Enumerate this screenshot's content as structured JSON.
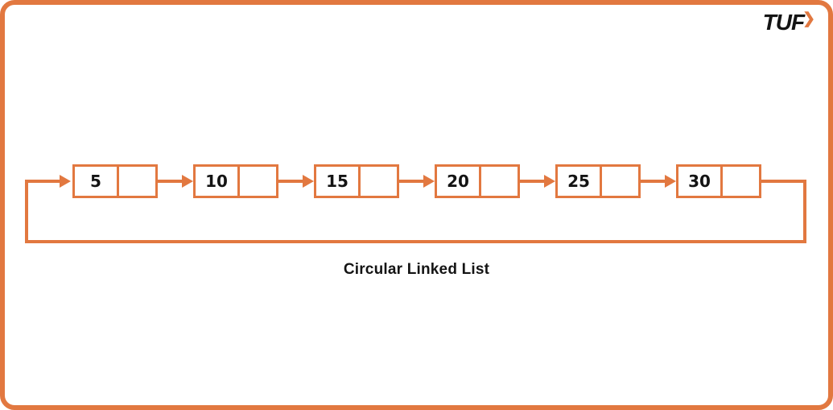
{
  "brand": {
    "logo_text": "TUF",
    "logo_chevron": "❯"
  },
  "colors": {
    "accent": "#E27840",
    "text": "#141414",
    "background": "#FFFFFF"
  },
  "diagram": {
    "caption": "Circular Linked List",
    "nodes": [
      {
        "value": "5"
      },
      {
        "value": "10"
      },
      {
        "value": "15"
      },
      {
        "value": "20"
      },
      {
        "value": "25"
      },
      {
        "value": "30"
      }
    ]
  }
}
